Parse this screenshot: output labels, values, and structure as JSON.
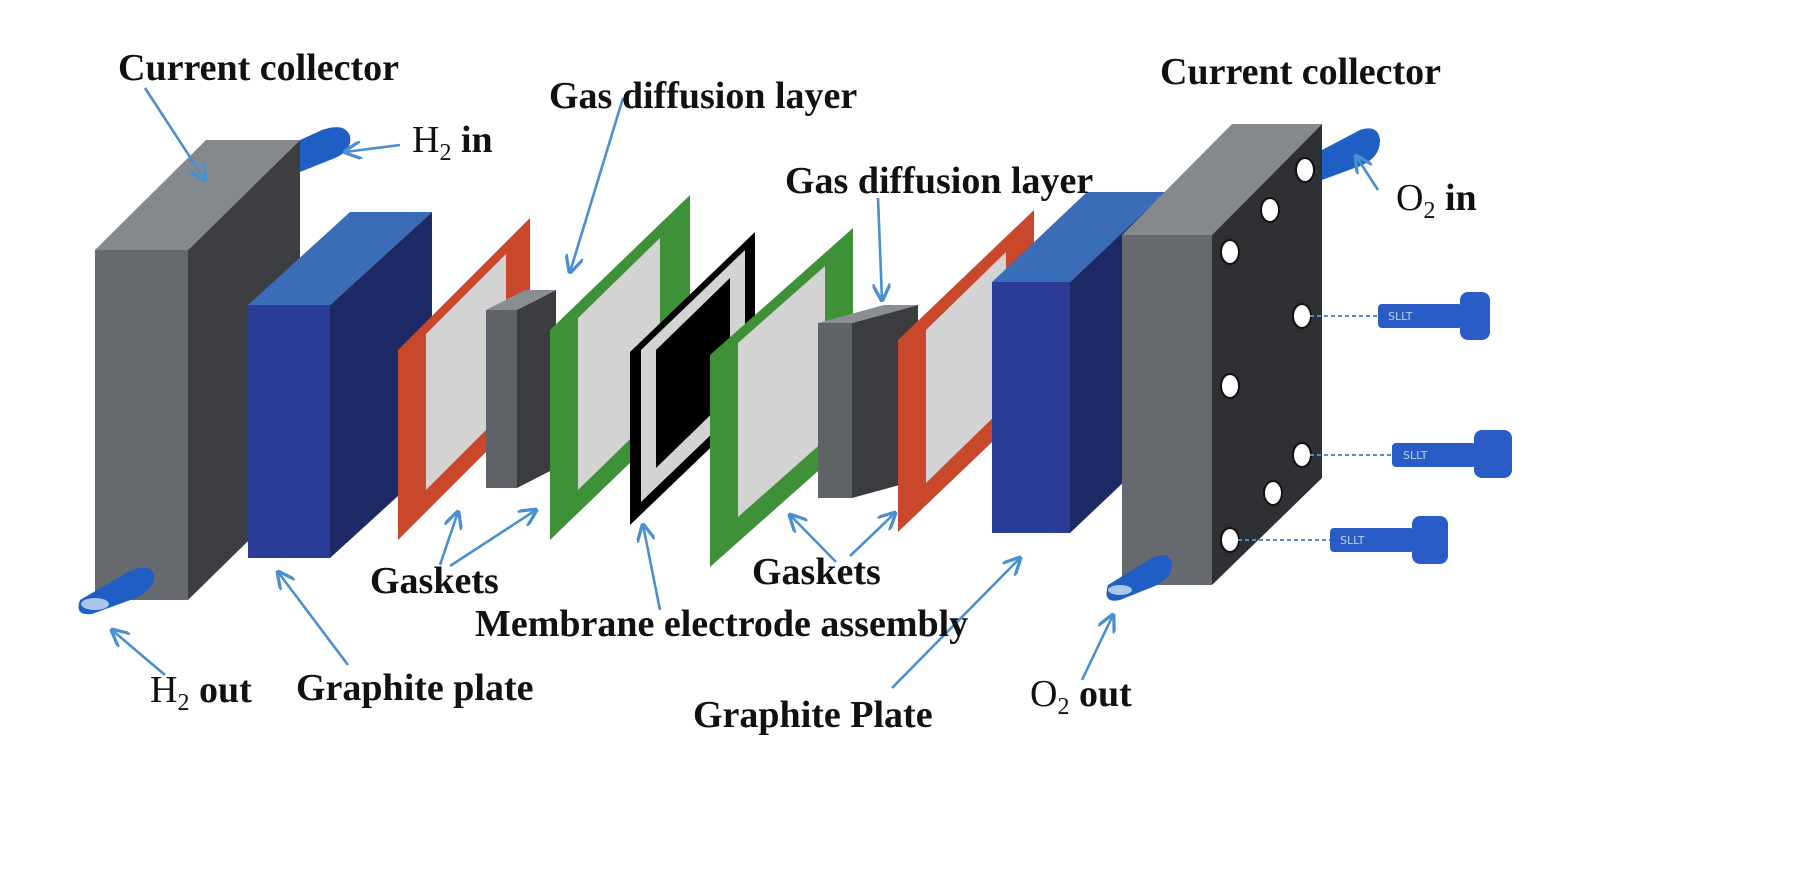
{
  "labels": {
    "current_collector_left": "Current collector",
    "current_collector_right": "Current collector",
    "gas_diffusion_layer_left": "Gas diffusion layer",
    "gas_diffusion_layer_right": "Gas diffusion layer",
    "gaskets_left": "Gaskets",
    "gaskets_right": "Gaskets",
    "mea": "Membrane electrode assembly",
    "graphite_plate_left": "Graphite plate",
    "graphite_plate_right": "Graphite Plate",
    "h2_in": {
      "base": "H",
      "sub": "2",
      "rest": " in"
    },
    "h2_out": {
      "base": "H",
      "sub": "2",
      "rest": " out"
    },
    "o2_in": {
      "base": "O",
      "sub": "2",
      "rest": " in"
    },
    "o2_out": {
      "base": "O",
      "sub": "2",
      "rest": " out"
    },
    "bolt_mark": "SLLT"
  },
  "colors": {
    "collector_front": "#666a6f",
    "collector_side": "#3c3e42",
    "collector_top": "#85898e",
    "graphite_front": "#2b3d97",
    "graphite_side": "#1e2a66",
    "graphite_top": "#3a6cb8",
    "gasket_frame": "#c9472b",
    "gdl_frame": "#3f9138",
    "window": "#d3d3d3",
    "membrane": "#000000",
    "port": "#1f5fc4",
    "arrow": "#4a90d0",
    "bolt": "#2a5cc8"
  }
}
